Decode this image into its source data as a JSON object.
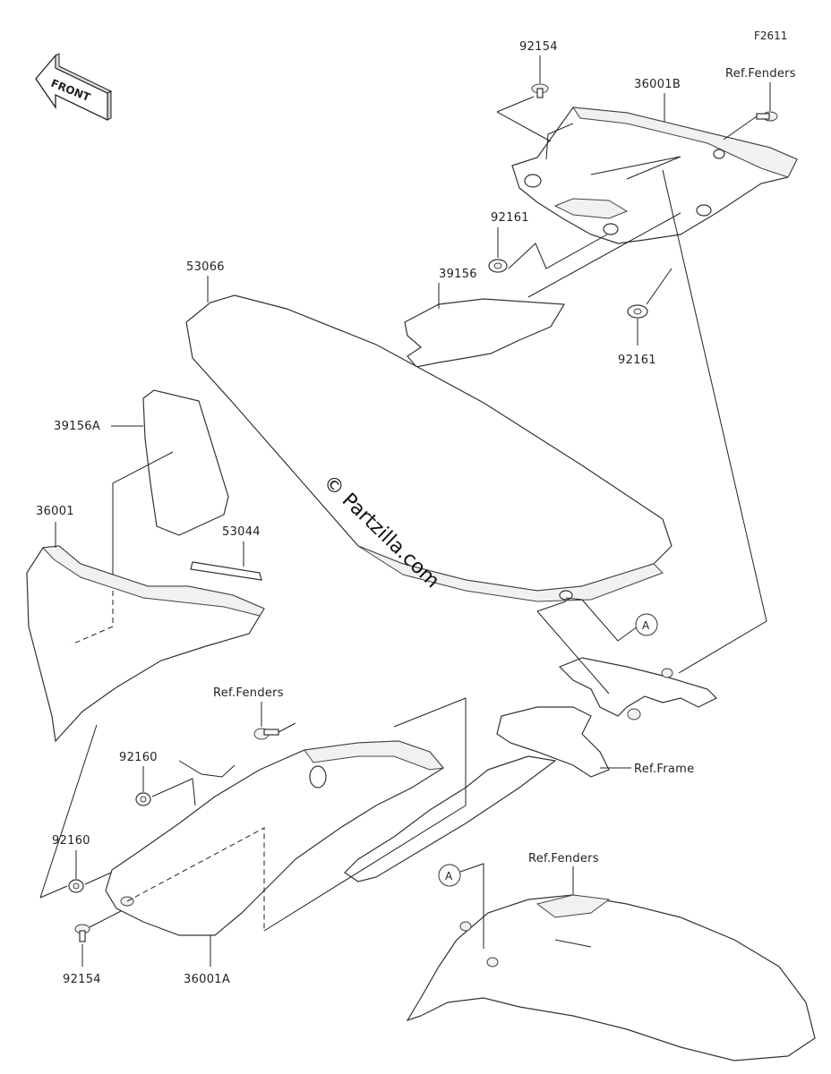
{
  "figure_code": "F2611",
  "front_label": "FRONT",
  "watermark": "© Partzilla.com",
  "labels": {
    "p92154_top": "92154",
    "p36001B": "36001B",
    "ref_fenders_top": "Ref.Fenders",
    "p92161_left": "92161",
    "p39156": "39156",
    "p92161_right": "92161",
    "p53066": "53066",
    "p39156A": "39156A",
    "p36001": "36001",
    "p53044": "53044",
    "circle_a_upper": "A",
    "ref_fenders_mid": "Ref.Fenders",
    "p92160_upper": "92160",
    "ref_frame": "Ref.Frame",
    "p92160_lower": "92160",
    "ref_fenders_lower": "Ref.Fenders",
    "circle_a_lower": "A",
    "p92154_bottom": "92154",
    "p36001A": "36001A"
  }
}
